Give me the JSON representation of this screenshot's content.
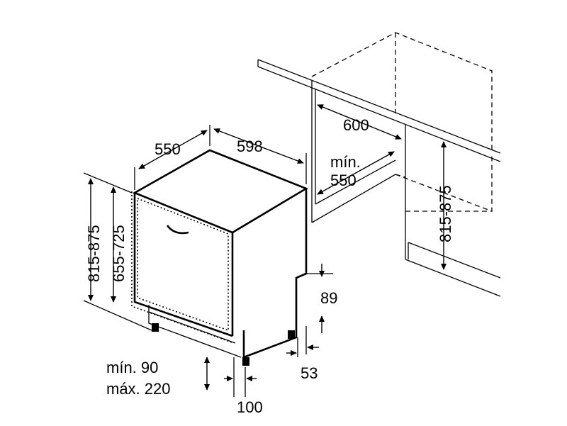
{
  "dimensions": {
    "depth": "550",
    "width": "598",
    "niche_width": "600",
    "niche_depth_label": "mín.",
    "niche_depth_value": "550",
    "height_total_left": "815-875",
    "height_door": "655-725",
    "height_total_right": "815-875",
    "toe_height": "89",
    "toe_depth": "53",
    "plinth_min": "mín. 90",
    "plinth_max": "máx. 220",
    "foot_offset": "100"
  }
}
